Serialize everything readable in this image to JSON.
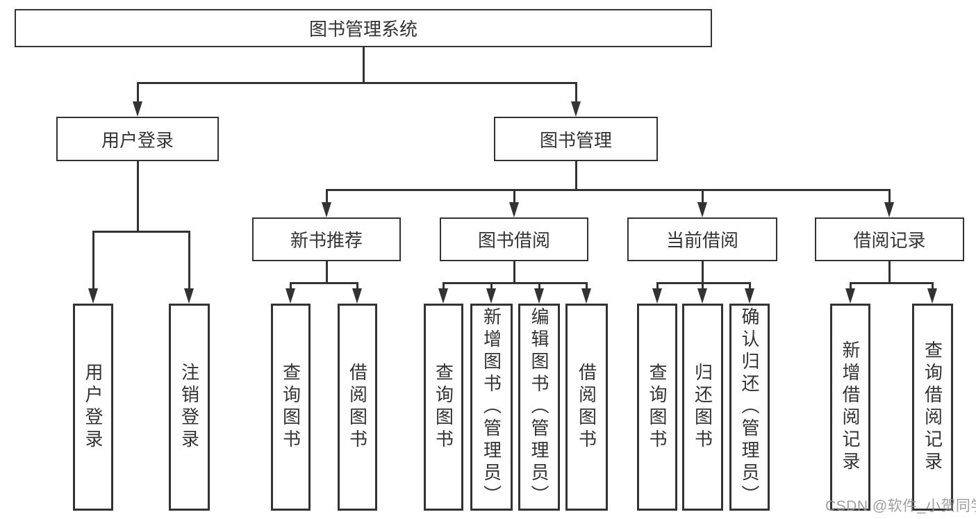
{
  "diagram": {
    "root": {
      "label": "图书管理系统"
    },
    "branches": [
      {
        "label": "用户登录",
        "children": [
          {
            "label": "用户登录"
          },
          {
            "label": "注销登录"
          }
        ]
      },
      {
        "label": "图书管理",
        "children": [
          {
            "label": "新书推荐",
            "children": [
              {
                "label": "查询图书"
              },
              {
                "label": "借阅图书"
              }
            ]
          },
          {
            "label": "图书借阅",
            "children": [
              {
                "label": "查询图书"
              },
              {
                "label": "新增图书（管理员）"
              },
              {
                "label": "编辑图书（管理员）"
              },
              {
                "label": "借阅图书"
              }
            ]
          },
          {
            "label": "当前借阅",
            "children": [
              {
                "label": "查询图书"
              },
              {
                "label": "归还图书"
              },
              {
                "label": "确认归还（管理员）"
              }
            ]
          },
          {
            "label": "借阅记录",
            "children": [
              {
                "label": "新增借阅记录"
              },
              {
                "label": "查询借阅记录"
              }
            ]
          }
        ]
      }
    ],
    "watermark": "CSDN @软件_小贺同学",
    "colors": {
      "line": "#333333",
      "text": "#333333",
      "box_background": "#ffffff",
      "watermark": "#949494"
    }
  }
}
